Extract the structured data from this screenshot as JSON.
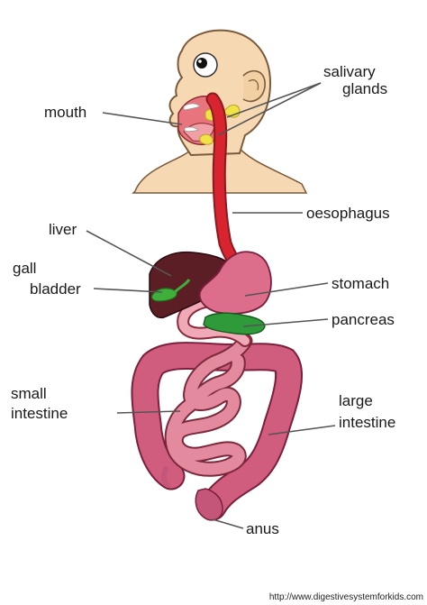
{
  "labels": {
    "salivary_glands": [
      "salivary",
      "glands"
    ],
    "mouth": "mouth",
    "oesophagus": "oesophagus",
    "liver": "liver",
    "gall_bladder": [
      "gall",
      "bladder"
    ],
    "stomach": "stomach",
    "pancreas": "pancreas",
    "small_intestine": [
      "small",
      "intestine"
    ],
    "large_intestine": [
      "large",
      "intestine"
    ],
    "anus": "anus"
  },
  "footer_url": "http://www.digestivesystemforkids.com",
  "colors": {
    "skin": "#f6d9b3",
    "skin_outline": "#7a5a3a",
    "oesophagus": "#d8242f",
    "mouth": "#e8757e",
    "salivary_glands": "#f1e24a",
    "liver": "#5b1e24",
    "gall_bladder": "#3fae3a",
    "stomach": "#dc6e8c",
    "pancreas": "#2e9a3a",
    "small_intestine": "#c75a6e",
    "large_intestine": "#d05c7e",
    "leader_line": "#555555"
  }
}
